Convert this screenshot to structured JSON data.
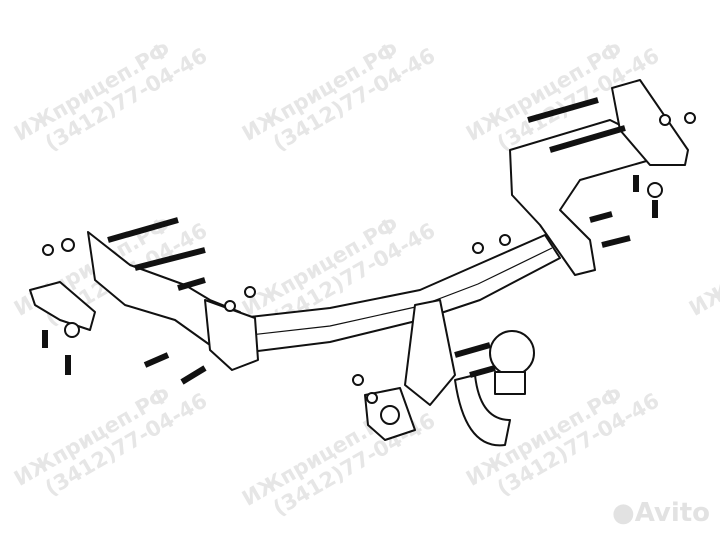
{
  "watermark": {
    "line1": "ИЖприцеп.РФ",
    "line2": "(3412)77-04-46"
  },
  "logo": "Avito",
  "drawing": "tow-bar-assembly"
}
